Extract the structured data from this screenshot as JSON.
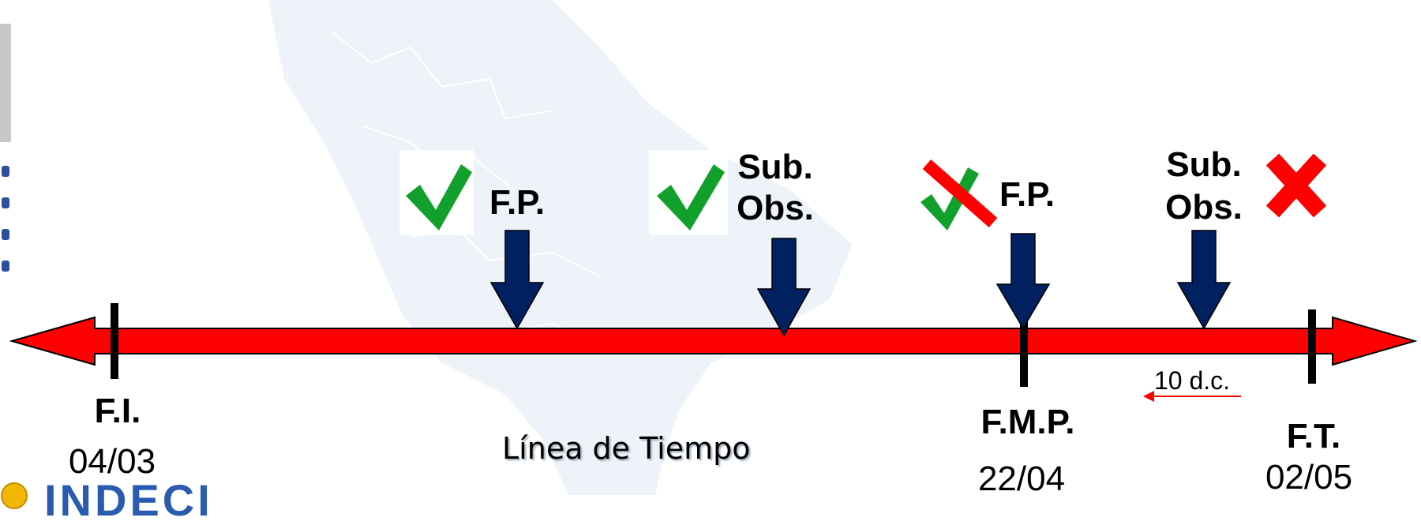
{
  "timeline": {
    "caption": "Línea de Tiempo",
    "arrow_color": "#ff0000",
    "marker_color": "#002060",
    "milestones": {
      "fi": {
        "label": "F.I.",
        "date": "04/03"
      },
      "fmp": {
        "label": "F.M.P.",
        "date": "22/04"
      },
      "ft": {
        "label": "F.T.",
        "date": "02/05"
      }
    },
    "events": {
      "fp1": {
        "label": "F.P.",
        "status": "check"
      },
      "sub1": {
        "line1": "Sub.",
        "line2": "Obs.",
        "status": "check"
      },
      "fp2": {
        "label": "F.P.",
        "status": "check-crossed"
      },
      "sub2": {
        "line1": "Sub.",
        "line2": "Obs.",
        "status": "cross"
      }
    },
    "deadline_note": "10 d.c."
  },
  "icons": {
    "check": "check-icon",
    "cross": "cross-icon",
    "arrow": "down-arrow-icon"
  },
  "colors": {
    "check_green": "#12a02c",
    "cross_red": "#ff0000",
    "map_fill": "#eef3f9"
  },
  "brand": {
    "logo_text": "INDECI"
  }
}
